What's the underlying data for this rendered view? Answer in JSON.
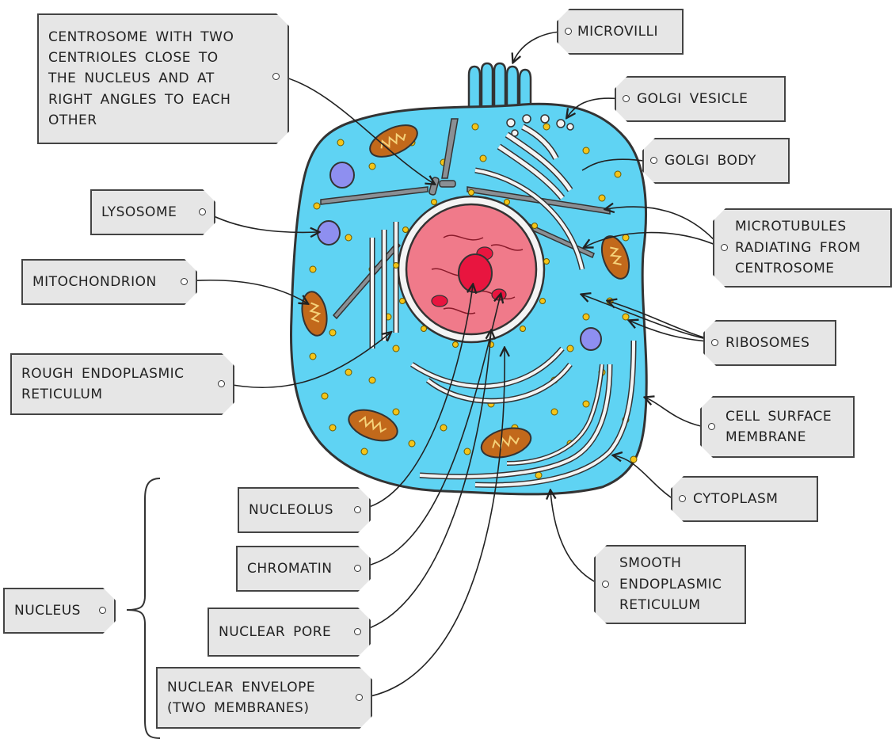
{
  "labels": {
    "centrosome": "CENTROSOME WITH TWO\nCENTRIOLES CLOSE TO\nTHE NUCLEUS AND AT\nRIGHT ANGLES TO EACH\nOTHER",
    "microvilli": "MICROVILLI",
    "golgi_vesicle": "GOLGI VESICLE",
    "golgi_body": "GOLGI BODY",
    "lysosome": "LYSOSOME",
    "microtubules": "MICROTUBULES\nRADIATING FROM\nCENTROSOME",
    "mitochondrion": "MITOCHONDRION",
    "ribosomes": "RIBOSOMES",
    "rough_er": "ROUGH ENDOPLASMIC\nRETICULUM",
    "cell_surface_membrane": "CELL SURFACE\nMEMBRANE",
    "cytoplasm": "CYTOPLASM",
    "nucleolus": "NUCLEOLUS",
    "chromatin": "CHROMATIN",
    "smooth_er": "SMOOTH\nENDOPLASMIC\nRETICULUM",
    "nucleus": "NUCLEUS",
    "nuclear_pore": "NUCLEAR PORE",
    "nuclear_envelope": "NUCLEAR ENVELOPE\n(TWO MEMBRANES)"
  },
  "colors": {
    "cytoplasm": "#5fd3f3",
    "nucleus": "#f07a8a",
    "nucleolus": "#e8153f",
    "mitochondrion": "#c2691b",
    "lysosome": "#8e8ff0",
    "ribosome": "#f5c518",
    "label_fill": "#e6e6e6"
  }
}
